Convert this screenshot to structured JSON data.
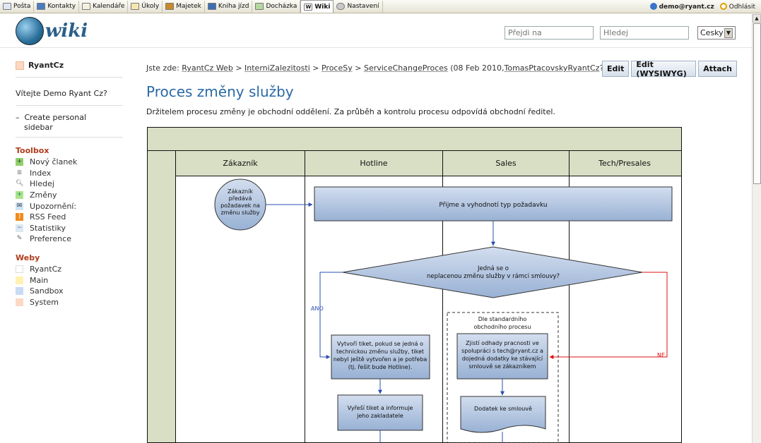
{
  "topbar": {
    "items": [
      {
        "label": "Pošta",
        "icon": "mail-icon"
      },
      {
        "label": "Kontakty",
        "icon": "contacts-icon"
      },
      {
        "label": "Kalendáře",
        "icon": "calendar-icon"
      },
      {
        "label": "Úkoly",
        "icon": "tasks-icon"
      },
      {
        "label": "Majetek",
        "icon": "assets-icon"
      },
      {
        "label": "Kniha jízd",
        "icon": "logbook-icon"
      },
      {
        "label": "Docházka",
        "icon": "attendance-icon"
      },
      {
        "label": "Wiki",
        "icon": "wiki-icon"
      },
      {
        "label": "Nastavení",
        "icon": "settings-icon"
      }
    ],
    "user": "demo@ryant.cz",
    "logout": "Odhlásit"
  },
  "header": {
    "logo_text": "wiki",
    "goto_placeholder": "Přejdi na",
    "search_placeholder": "Hledej",
    "language": "Cesky"
  },
  "sidebar": {
    "home": "RyantCz",
    "welcome": "Vítejte Demo Ryant Cz?",
    "create_personal": "Create personal",
    "create_personal_2": "sidebar",
    "toolbox_title": "Toolbox",
    "toolbox": [
      {
        "label": "Nový članek",
        "icon": "new-article-icon"
      },
      {
        "label": "Index",
        "icon": "index-icon"
      },
      {
        "label": "Hledej",
        "icon": "search-icon"
      },
      {
        "label": "Změny",
        "icon": "changes-icon"
      },
      {
        "label": "Upozornění:",
        "icon": "notify-icon"
      },
      {
        "label": "RSS Feed",
        "icon": "rss-icon"
      },
      {
        "label": "Statistiky",
        "icon": "stats-icon"
      },
      {
        "label": "Preference",
        "icon": "preferences-icon"
      }
    ],
    "webs_title": "Weby",
    "webs": [
      {
        "label": "RyantCz",
        "color": "#ffffff"
      },
      {
        "label": "Main",
        "color": "#fff2b3"
      },
      {
        "label": "Sandbox",
        "color": "#c9daf5"
      },
      {
        "label": "System",
        "color": "#fcd9c4"
      }
    ]
  },
  "breadcrumb": {
    "prefix": "Jste zde:",
    "items": [
      "RyantCz Web",
      "InterniZalezitosti",
      "ProceSy",
      "ServiceChangeProces"
    ],
    "sep": ">",
    "date": "(08 Feb 2010,",
    "author": "TomasPtacovskyRyantCz",
    "suffix": "?)"
  },
  "actions": {
    "edit": "Edit",
    "edit_wysiwyg": "Edit (WYSIWYG)",
    "attach": "Attach"
  },
  "page": {
    "title": "Proces změny služby",
    "description": "Držitelem procesu změny je obchodní oddělení. Za průběh a kontrolu procesu odpovídá obchodní ředitel."
  },
  "diagram": {
    "lanes": [
      "Zákazník",
      "Hotline",
      "Sales",
      "Tech/Presales"
    ],
    "start": [
      "Zákazník",
      "předává",
      "požadavek na",
      "změnu služby"
    ],
    "step1": "Přijme a vyhodnotí typ požadavku",
    "decision": [
      "Jedná se o",
      "neplacenou změnu služby v rámci smlouvy?"
    ],
    "yes": "ANO",
    "no": "NE",
    "hotline_task": [
      "Vytvoří tiket, pokud se jedná o",
      "technickou změnu služby, tiket",
      "nebyl ještě vytvořen a je potřeba",
      "(tj. řešit bude Hotline)."
    ],
    "hotline_task2": [
      "Vyřeší tiket a informuje",
      "jeho zakladatele"
    ],
    "group_label": [
      "Dle standardního",
      "obchodního procesu"
    ],
    "sales_task": [
      "Zjistí odhady pracnosti ve",
      "spolupráci s tech@ryant.cz a",
      "dojedná dodatky ke stávající",
      "smlouvě se zákazníkem"
    ],
    "sales_doc": "Dodatek ke smlouvě"
  },
  "colors": {
    "link": "#2a6aa5",
    "lane_header": "#d8dfc4",
    "task_fill": "#b5c7e0",
    "no_arrow": "#e01010",
    "yes_arrow": "#2a4fb0"
  }
}
